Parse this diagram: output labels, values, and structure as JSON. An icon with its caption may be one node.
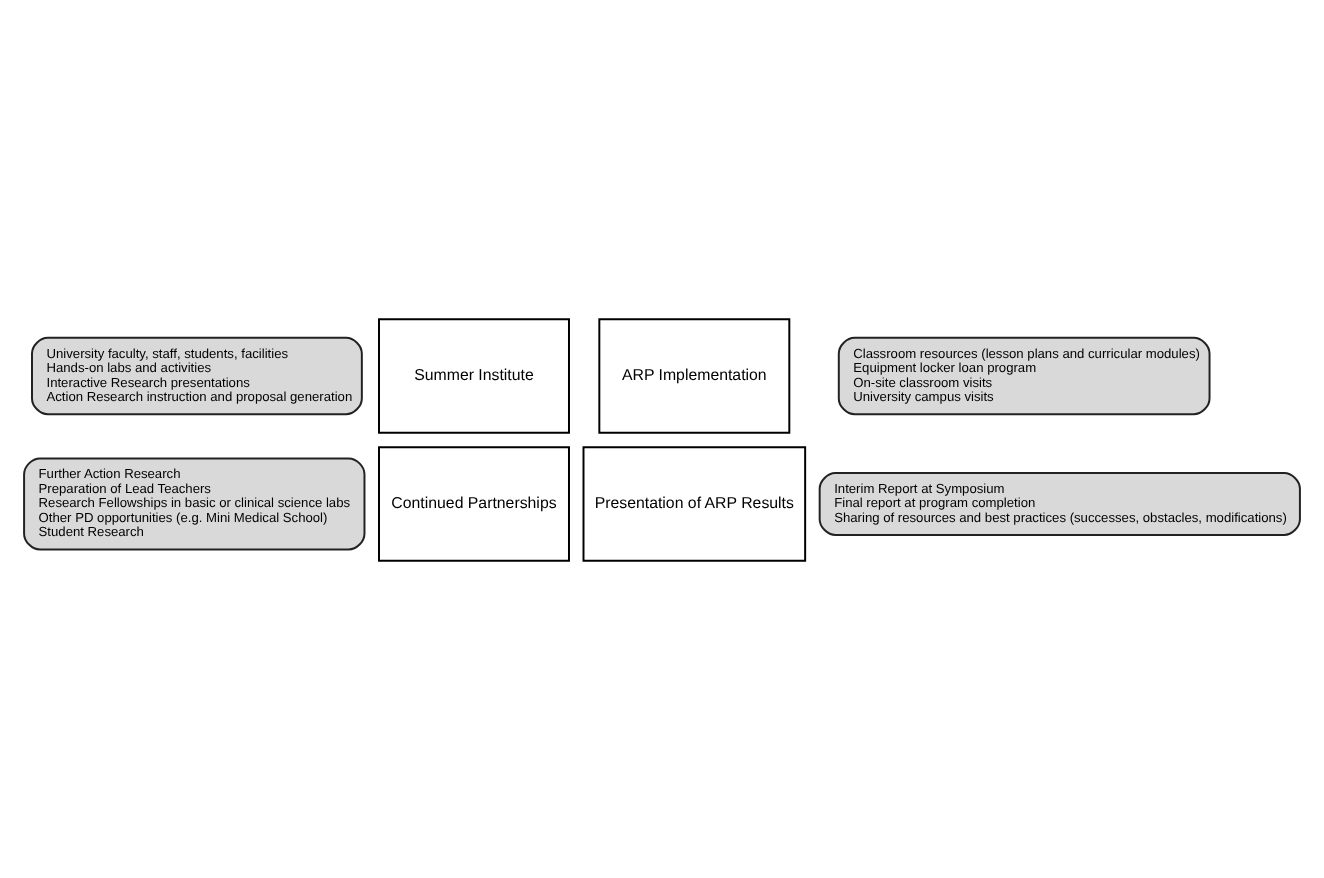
{
  "diagram": {
    "nodes": [
      {
        "text": [
          "University faculty, staff, students, facilities",
          "Hands-on labs and activities",
          "Interactive Research presentations",
          "Action Research instruction and proposal generation"
        ]
      },
      {
        "text": [
          "Classroom resources (lesson plans and curricular modules)",
          "Equipment locker loan program",
          "On-site classroom visits",
          "University campus visits"
        ]
      },
      {
        "text": [
          "Summer Institute"
        ]
      },
      {
        "text": [
          "ARP Implementation"
        ]
      },
      {
        "text": [
          "Continued Partnerships"
        ]
      },
      {
        "text": [
          "Presentation of ARP Results"
        ]
      },
      {
        "text": [
          "Further Action Research",
          "Preparation of Lead Teachers",
          "Research Fellowships in basic or clinical science labs",
          "Other PD opportunities (e.g. Mini Medical School)",
          "Student Research"
        ]
      },
      {
        "text": [
          "Interim Report at Symposium",
          "Final report at program completion",
          "Sharing of resources and best practices (successes, obstacles, modifications)"
        ]
      }
    ]
  }
}
